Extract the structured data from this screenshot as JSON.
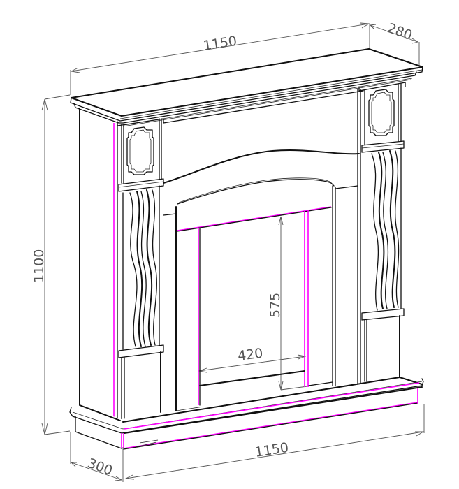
{
  "drawing": {
    "subject": "Fireplace portal technical drawing (isometric view)",
    "units": "mm",
    "colors": {
      "line": "#111111",
      "dimension": "#555555",
      "highlight": "#ff00ff",
      "background": "#ffffff"
    },
    "dimensions": {
      "top_width": "1150",
      "top_depth": "280",
      "height": "1100",
      "opening_height": "575",
      "opening_width": "420",
      "base_width": "1150",
      "base_depth": "300"
    }
  }
}
